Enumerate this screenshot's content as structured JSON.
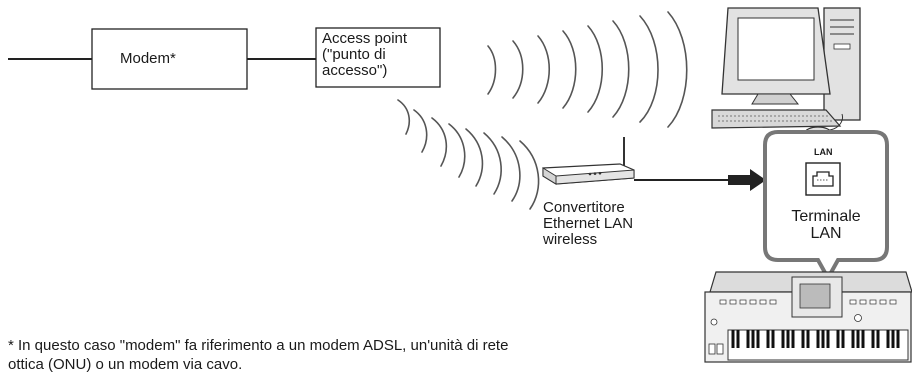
{
  "modem": {
    "label": "Modem*"
  },
  "access_point": {
    "label": "Access point\n(\"punto di\naccesso\")"
  },
  "converter": {
    "label": "Convertitore\nEthernet LAN\nwireless"
  },
  "lan_callout": {
    "port_label": "LAN",
    "terminal_label": "Terminale\nLAN"
  },
  "footnote": {
    "line1": "* In questo caso \"modem\" fa riferimento a un modem ADSL, un'unità di rete",
    "line2": "ottica (ONU) o un modem via cavo."
  },
  "icons": [
    "computer-icon",
    "wireless-converter-icon",
    "lan-port-icon",
    "keyboard-instrument-icon"
  ]
}
